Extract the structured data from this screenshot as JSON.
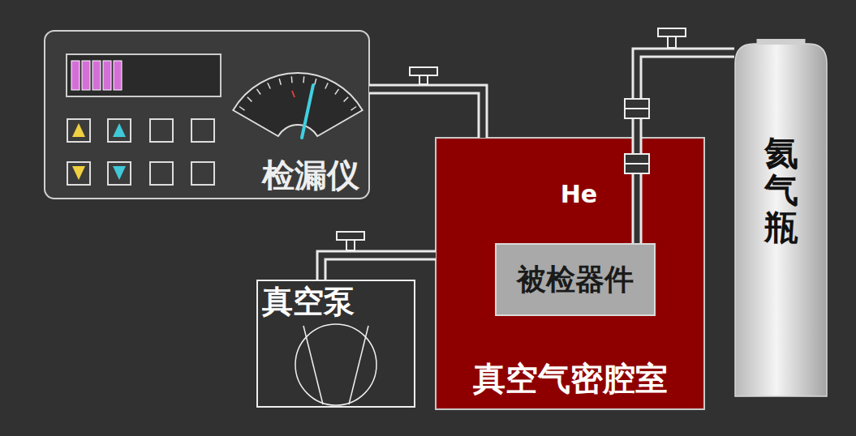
{
  "diagram": {
    "nodes": [
      {
        "text": [
          "检漏仪"
        ]
      },
      {
        "text": [
          "He",
          "真空气密腔室"
        ]
      },
      {
        "text": [
          "被检器件"
        ],
        "in": 1
      },
      {
        "text": [
          "真空泵"
        ]
      },
      {
        "text": [
          "氦气瓶"
        ]
      }
    ],
    "edges": [
      {
        "from": 0,
        "to": 1,
        "arrow": "none"
      },
      {
        "from": 3,
        "to": 1,
        "arrow": "none"
      },
      {
        "from": 4,
        "to": 2,
        "arrow": "none"
      }
    ]
  }
}
